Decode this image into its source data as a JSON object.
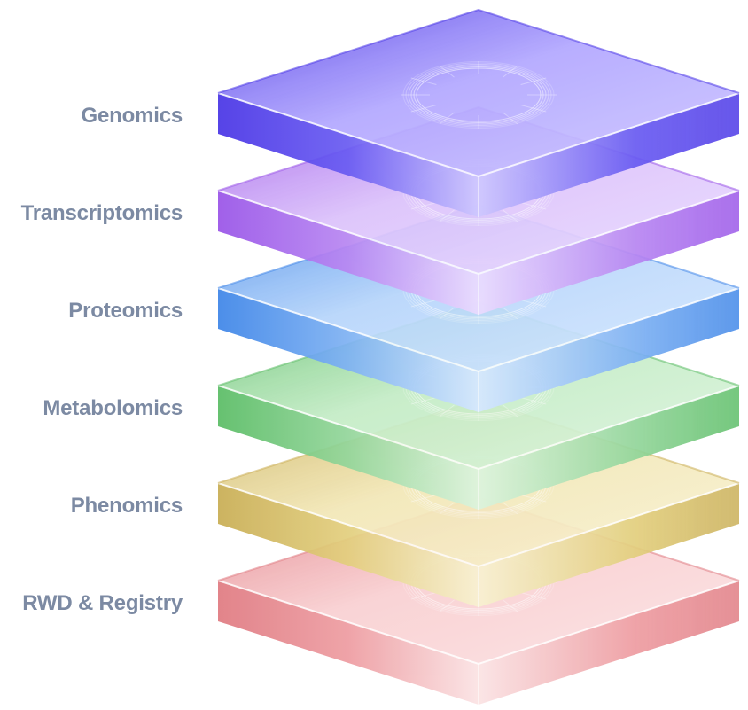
{
  "layers": [
    {
      "label": "Genomics",
      "top": "#b3a8ff",
      "front": "#6a5cf2",
      "side": "#cfc8ff",
      "edge": "#4a36e6"
    },
    {
      "label": "Transcriptomics",
      "top": "#dcc2fb",
      "front": "#b887f2",
      "side": "#ebdcff",
      "edge": "#9a55e8"
    },
    {
      "label": "Proteomics",
      "top": "#b8d6fb",
      "front": "#7fb2f3",
      "side": "#d6e8ff",
      "edge": "#3f86e8"
    },
    {
      "label": "Metabolomics",
      "top": "#c4ecc6",
      "front": "#94d69b",
      "side": "#ddf4de",
      "edge": "#5bbd66"
    },
    {
      "label": "Phenomics",
      "top": "#f3e8b8",
      "front": "#e3cf7e",
      "side": "#f8f1d2",
      "edge": "#c9ae55"
    },
    {
      "label": "RWD & Registry",
      "top": "#f9d0d2",
      "front": "#ee9da2",
      "side": "#fbe3e4",
      "edge": "#e07b82"
    }
  ]
}
